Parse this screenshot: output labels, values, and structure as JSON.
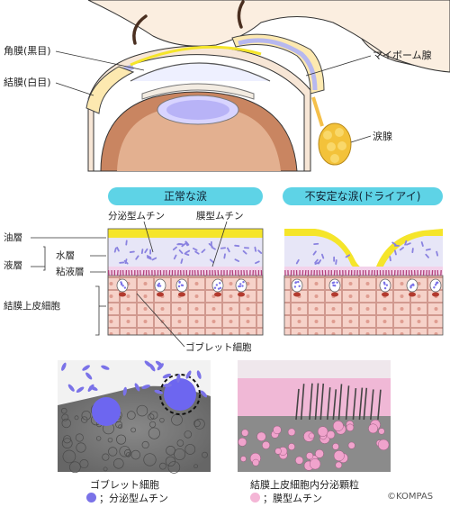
{
  "eye": {
    "cornea_label": "角膜(黒目)",
    "conjunctiva_label": "結膜(白目)",
    "meibomian_label": "マイボーム腺",
    "lacrimal_label": "涙腺"
  },
  "tear": {
    "normal_title": "正常な涙",
    "unstable_title": "不安定な涙(ドライアイ)",
    "secretory_mucin": "分泌型ムチン",
    "membrane_mucin": "膜型ムチン",
    "oil_layer": "油層",
    "liquid_layer": "液層",
    "water_layer": "水層",
    "mucus_layer": "粘液層",
    "epithelium": "結膜上皮細胞",
    "goblet_cell": "ゴブレット細胞"
  },
  "photos": {
    "left_caption": "ゴブレット細胞",
    "left_legend": "；分泌型ムチン",
    "right_caption": "結膜上皮細胞内分泌顆粒",
    "right_legend": "；膜型ムチン",
    "copyright": "©KOMPAS"
  },
  "colors": {
    "secretory": "#7a72e8",
    "membrane": "#f4b6d6",
    "pill": "#5ed3e6",
    "oil": "#f5e52a"
  }
}
